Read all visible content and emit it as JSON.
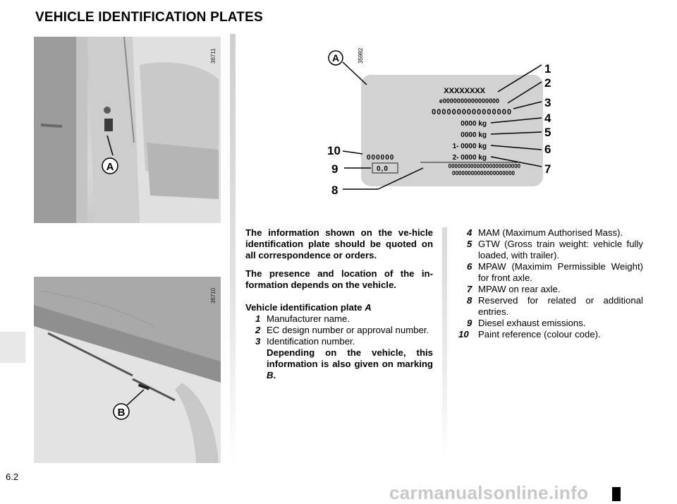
{
  "page": {
    "title": "VEHICLE IDENTIFICATION PLATES",
    "page_number": "6.2",
    "watermark": "carmanualsonline.info"
  },
  "figures": {
    "top_photo": {
      "code": "36711",
      "callout": "A"
    },
    "bottom_photo": {
      "code": "36710",
      "callout": "B"
    },
    "plate": {
      "code": "35982",
      "callout": "A",
      "lines": {
        "manufacturer": "XXXXXXXX",
        "ec_number": "e0000000000000000",
        "vin": "0000000000000000",
        "mam": "0000 kg",
        "gtw": "0000 kg",
        "front_axle": "1- 0000 kg",
        "rear_axle": "2- 0000 kg",
        "paint": "000000",
        "emissions": "0,0",
        "reserved_1": "00000000000000000000000",
        "reserved_2": "00000000000000000000"
      },
      "callouts": [
        "1",
        "2",
        "3",
        "4",
        "5",
        "6",
        "7",
        "8",
        "9",
        "10"
      ]
    }
  },
  "text": {
    "intro_1": "The information shown on the ve-hicle identification plate should be quoted on all correspondence or orders.",
    "intro_2": "The presence and location of the in-formation depends on the vehicle.",
    "section_title": "Vehicle identification plate",
    "section_ref": "A",
    "items": [
      {
        "num": "1",
        "text": "Manufacturer name."
      },
      {
        "num": "2",
        "text": "EC design number or approval number."
      },
      {
        "num": "3",
        "text": "Identification number."
      },
      {
        "num": "4",
        "text": "MAM (Maximum Authorised Mass)."
      },
      {
        "num": "5",
        "text": "GTW (Gross train weight: vehicle fully loaded, with trailer)."
      },
      {
        "num": "6",
        "text": "MPAW (Maximim Permissible Weight) for front axle."
      },
      {
        "num": "7",
        "text": "MPAW on rear axle."
      },
      {
        "num": "8",
        "text": "Reserved for related or additional entries."
      },
      {
        "num": "9",
        "text": "Diesel exhaust emissions."
      },
      {
        "num": "10",
        "text": "Paint reference (colour code)."
      }
    ],
    "item3_note": "Depending on the vehicle, this information is also given on marking",
    "item3_note_ref": "B",
    "item3_note_end": "."
  }
}
